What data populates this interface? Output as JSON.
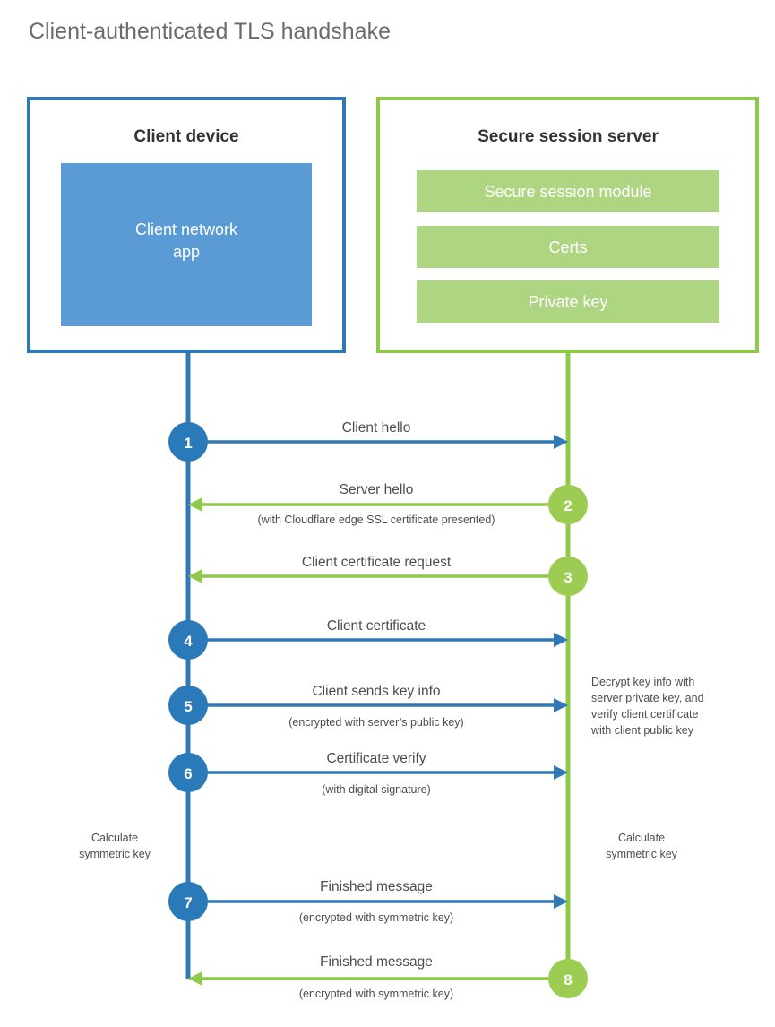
{
  "title": "Client-authenticated TLS handshake",
  "colors": {
    "client_border": "#3179b5",
    "client_fill": "#5b9bd5",
    "server_border": "#8fc94a",
    "server_fill": "#aed581",
    "client_line": "#3179b5",
    "server_line": "#8fc94a",
    "text": "#4d4d4d",
    "title_text": "#6b6b6b",
    "heading_text": "#333333",
    "background": "#ffffff"
  },
  "client_panel": {
    "heading": "Client device",
    "inner_box_label_line1": "Client network",
    "inner_box_label_line2": "app"
  },
  "server_panel": {
    "heading": "Secure session server",
    "items": [
      {
        "label": "Secure session module"
      },
      {
        "label": "Certs"
      },
      {
        "label": "Private key"
      }
    ]
  },
  "lifelines": {
    "client_label": "Client device",
    "server_label": "Secure session server"
  },
  "steps": [
    {
      "number": "1",
      "main": "Client hello",
      "sub": "",
      "direction": "client-to-server",
      "side": "client"
    },
    {
      "number": "2",
      "main": "Server hello",
      "sub": "(with Cloudflare edge SSL certificate presented)",
      "direction": "server-to-client",
      "side": "server"
    },
    {
      "number": "3",
      "main": "Client certificate request",
      "sub": "",
      "direction": "server-to-client",
      "side": "server"
    },
    {
      "number": "4",
      "main": "Client certificate",
      "sub": "",
      "direction": "client-to-server",
      "side": "client"
    },
    {
      "number": "5",
      "main": "Client sends key info",
      "sub": "(encrypted with server’s public key)",
      "direction": "client-to-server",
      "side": "client"
    },
    {
      "number": "6",
      "main": "Certificate verify",
      "sub": "(with digital signature)",
      "direction": "client-to-server",
      "side": "client"
    },
    {
      "number": "7",
      "main": "Finished message",
      "sub": "(encrypted with symmetric key)",
      "direction": "client-to-server",
      "side": "client"
    },
    {
      "number": "8",
      "main": "Finished message",
      "sub": "(encrypted with symmetric key)",
      "direction": "server-to-client",
      "side": "server"
    }
  ],
  "annotations": {
    "server_decrypt": {
      "line1": "Decrypt key info with",
      "line2": "server private key, and",
      "line3": "verify client certificate",
      "line4": "with client public key"
    },
    "client_symmetric": {
      "line1": "Calculate",
      "line2": "symmetric key"
    },
    "server_symmetric": {
      "line1": "Calculate",
      "line2": "symmetric key"
    }
  }
}
